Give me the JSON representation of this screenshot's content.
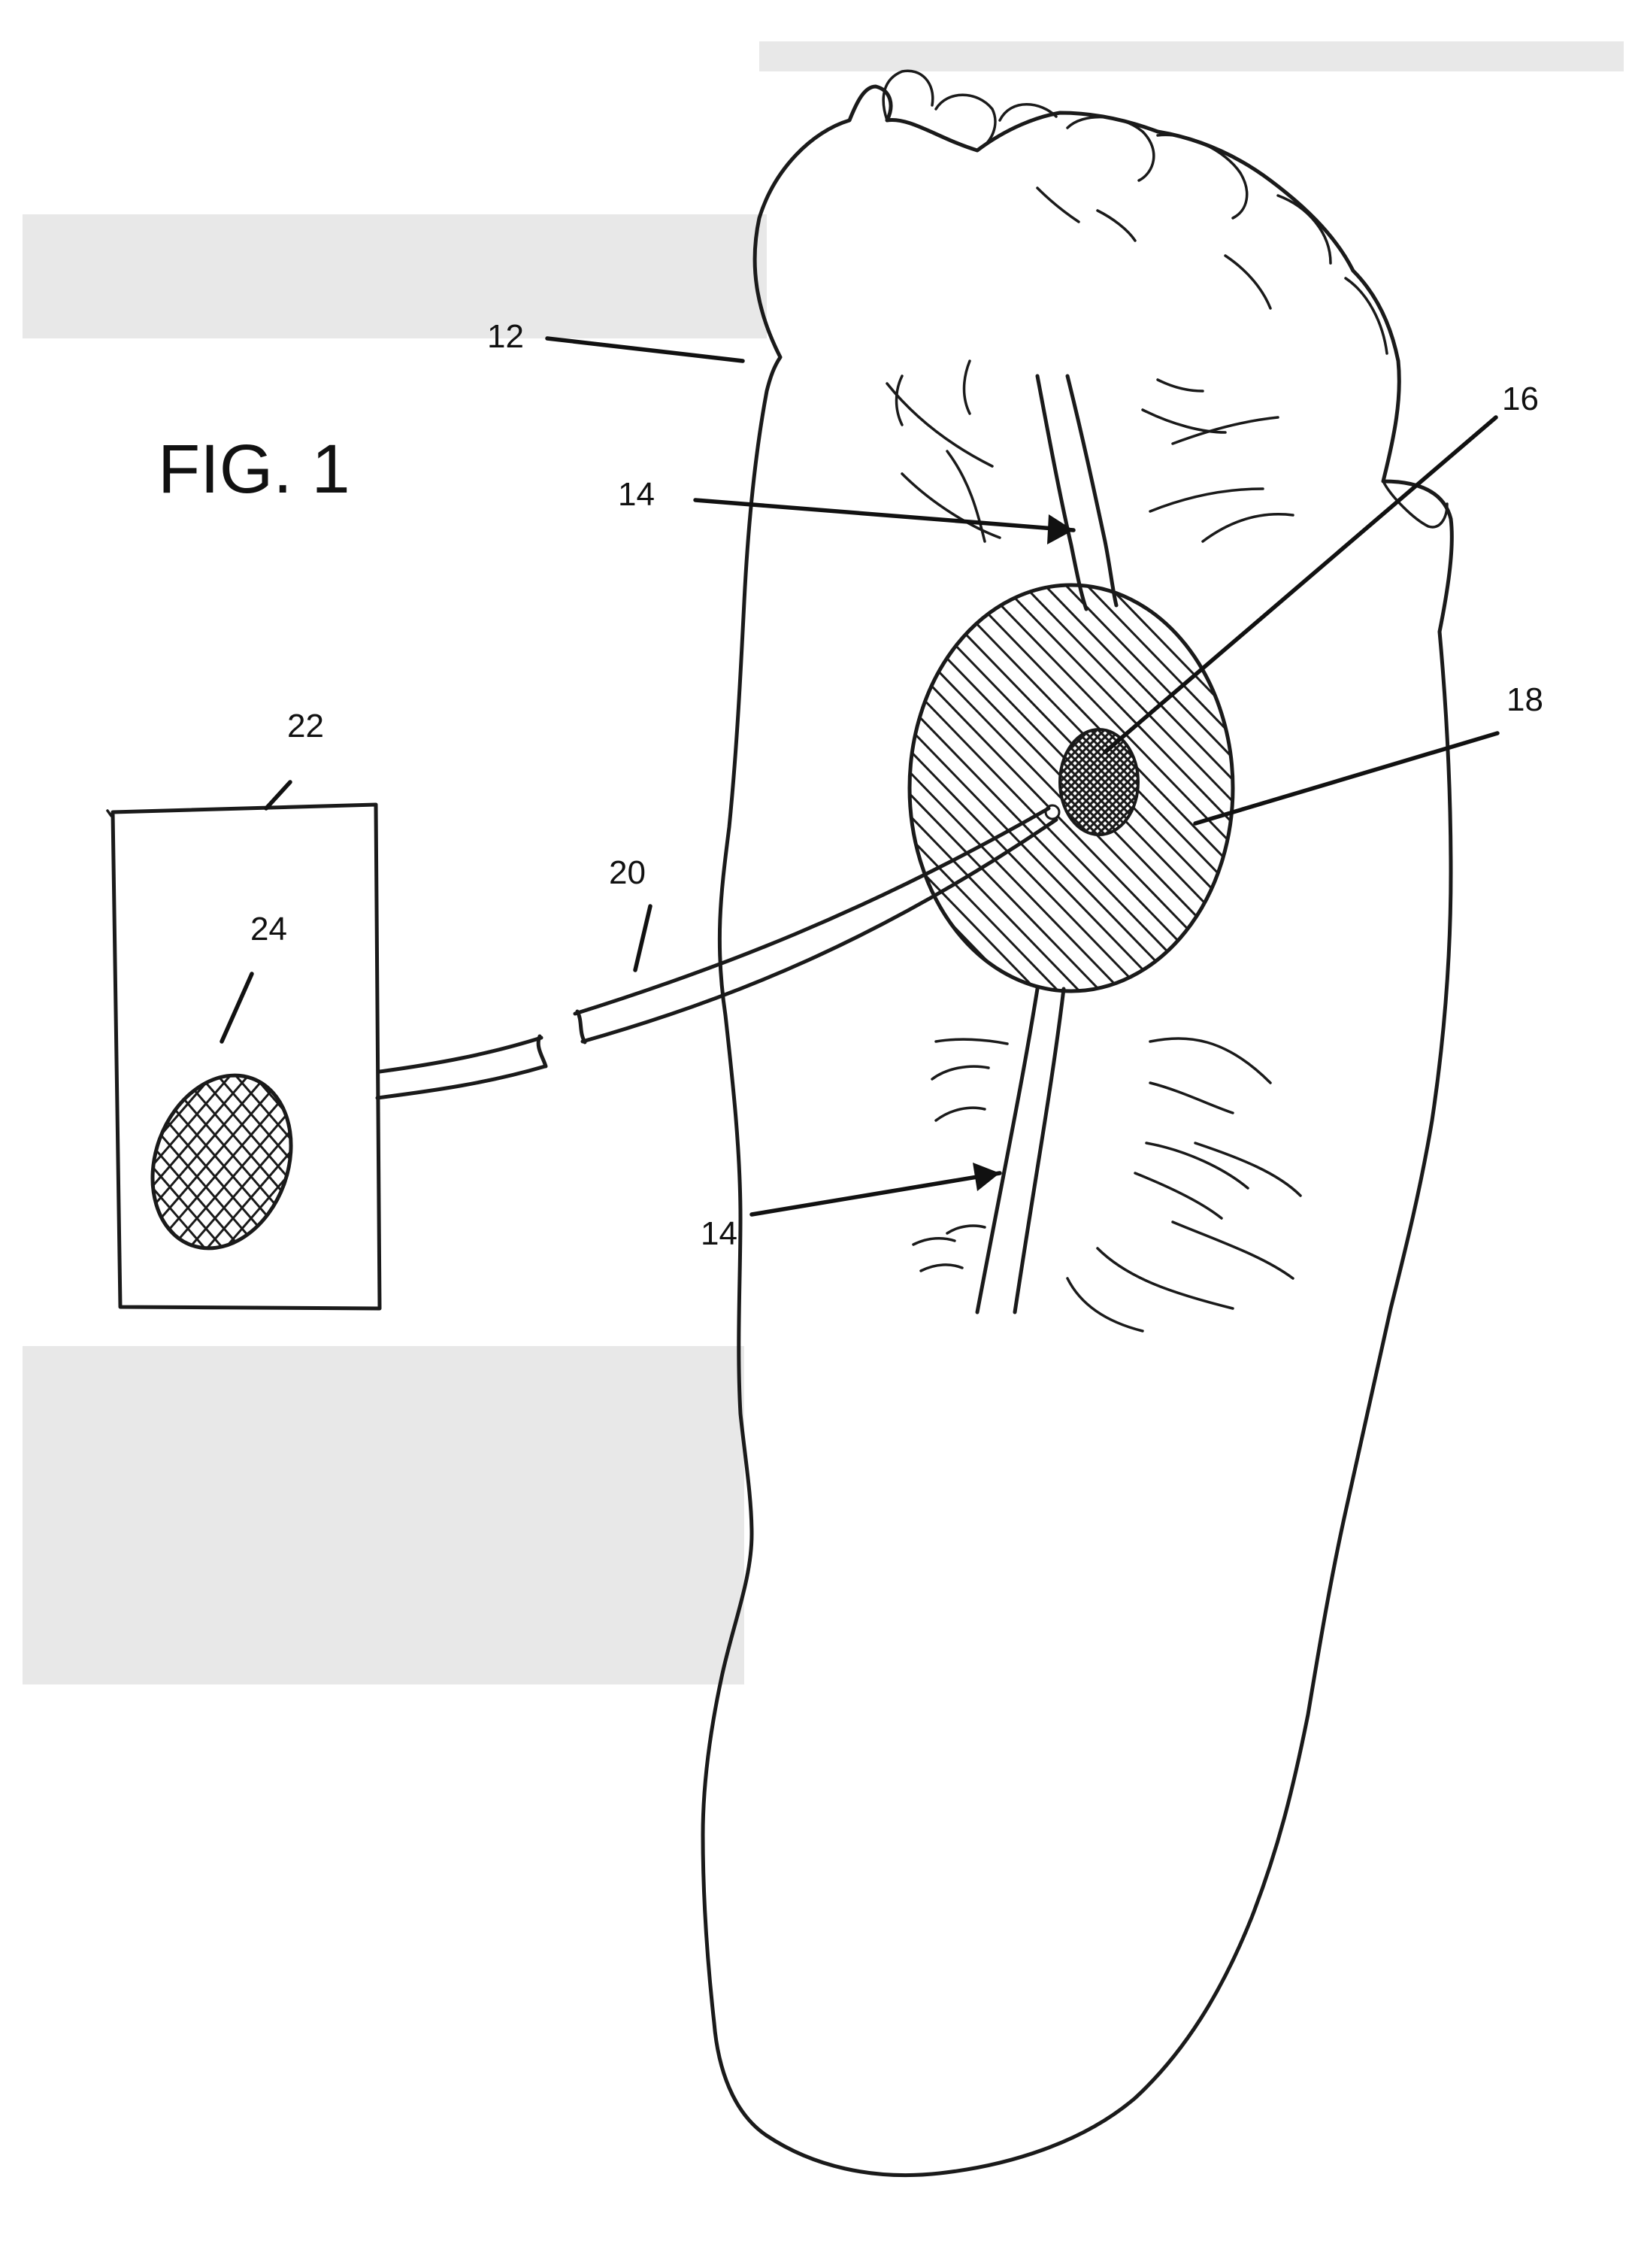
{
  "figure": {
    "title": "FIG. 1",
    "labels": {
      "foot": "12",
      "vessel_upper": "14",
      "vessel_lower": "14",
      "inner_pad": "16",
      "outer_pad": "18",
      "cable": "20",
      "unit": "22",
      "unit_pad": "24"
    }
  },
  "colors": {
    "ink": "#1a1a1a",
    "background": "#ffffff"
  }
}
